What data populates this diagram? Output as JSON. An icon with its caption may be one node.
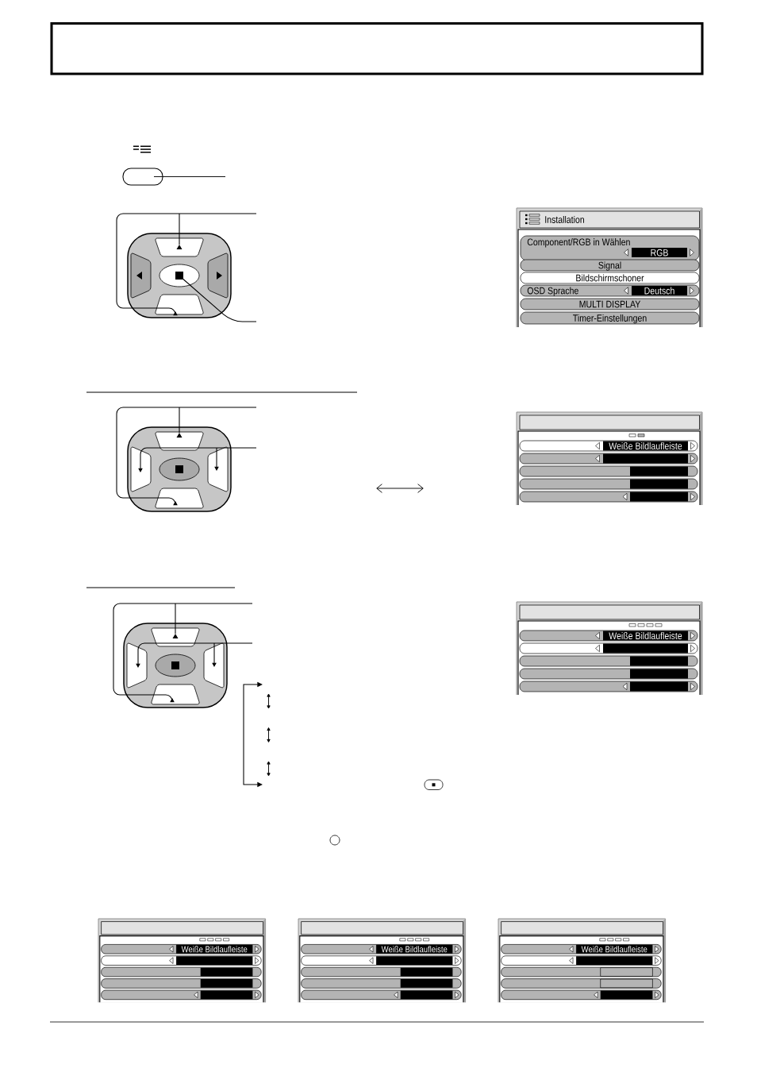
{
  "diagram": {
    "nodes": [
      {
        "text": [
          "Installation"
        ]
      },
      {
        "text": [
          "Component/RGB in Wählen"
        ],
        "in": 0
      },
      {
        "text": [
          "RGB"
        ],
        "in": 1
      },
      {
        "text": [
          "Signal"
        ],
        "in": 0
      },
      {
        "text": [
          "Bildschirmschoner"
        ],
        "in": 0
      },
      {
        "text": [
          "OSD Sprache"
        ],
        "in": 0
      },
      {
        "text": [
          "Deutsch"
        ],
        "in": 5
      },
      {
        "text": [
          "MULTI DISPLAY"
        ],
        "in": 0
      },
      {
        "text": [
          "Timer-Einstellungen"
        ],
        "in": 0
      },
      {
        "text": [],
        "shape": "box"
      },
      {
        "text": [],
        "shape": "bar",
        "in": 9
      },
      {
        "text": [
          "Weiße Bildlaufleiste"
        ],
        "in": 10
      },
      {
        "text": [],
        "shape": "bar",
        "in": 9
      },
      {
        "text": [],
        "shape": "box",
        "in": 12
      },
      {
        "text": [],
        "shape": "bar",
        "in": 9
      },
      {
        "text": [],
        "shape": "box",
        "in": 14
      },
      {
        "text": [],
        "shape": "bar",
        "in": 9
      },
      {
        "text": [],
        "shape": "box",
        "in": 16
      },
      {
        "text": [],
        "shape": "bar",
        "in": 9
      },
      {
        "text": [],
        "shape": "box",
        "in": 18
      },
      {
        "text": [],
        "shape": "box"
      },
      {
        "text": [],
        "shape": "bar",
        "in": 20
      },
      {
        "text": [
          "Weiße Bildlaufleiste"
        ],
        "in": 21
      },
      {
        "text": [],
        "shape": "bar",
        "in": 20
      },
      {
        "text": [],
        "shape": "box",
        "in": 23
      },
      {
        "text": [],
        "shape": "bar",
        "in": 20
      },
      {
        "text": [],
        "shape": "box",
        "in": 25
      },
      {
        "text": [],
        "shape": "bar",
        "in": 20
      },
      {
        "text": [],
        "shape": "box",
        "in": 27
      },
      {
        "text": [],
        "shape": "bar",
        "in": 20
      },
      {
        "text": [],
        "shape": "box",
        "in": 29
      },
      {
        "text": [],
        "shape": "box"
      },
      {
        "text": [],
        "shape": "bar",
        "in": 31
      },
      {
        "text": [
          "Weiße Bildlaufleiste"
        ],
        "in": 32
      },
      {
        "text": [],
        "shape": "bar",
        "in": 31
      },
      {
        "text": [],
        "shape": "box",
        "in": 34
      },
      {
        "text": [],
        "shape": "bar",
        "in": 31
      },
      {
        "text": [],
        "shape": "box",
        "in": 36
      },
      {
        "text": [],
        "shape": "bar",
        "in": 31
      },
      {
        "text": [],
        "shape": "box",
        "in": 38
      },
      {
        "text": [],
        "shape": "bar",
        "in": 31
      },
      {
        "text": [],
        "shape": "box",
        "in": 40
      },
      {
        "text": [],
        "shape": "box"
      },
      {
        "text": [],
        "shape": "bar",
        "in": 42
      },
      {
        "text": [
          "Weiße Bildlaufleiste"
        ],
        "in": 43
      },
      {
        "text": [],
        "shape": "bar",
        "in": 42
      },
      {
        "text": [],
        "shape": "box",
        "in": 45
      },
      {
        "text": [],
        "shape": "bar",
        "in": 42
      },
      {
        "text": [],
        "shape": "box",
        "in": 47
      },
      {
        "text": [],
        "shape": "bar",
        "in": 42
      },
      {
        "text": [],
        "shape": "box",
        "in": 49
      },
      {
        "text": [],
        "shape": "bar",
        "in": 42
      },
      {
        "text": [],
        "shape": "box",
        "in": 51
      },
      {
        "text": [],
        "shape": "box"
      },
      {
        "text": [],
        "shape": "bar",
        "in": 53
      },
      {
        "text": [
          "Weiße Bildlaufleiste"
        ],
        "in": 54
      },
      {
        "text": [],
        "shape": "bar",
        "in": 53
      },
      {
        "text": [],
        "shape": "box",
        "in": 56
      },
      {
        "text": [],
        "shape": "bar",
        "in": 53
      },
      {
        "text": [],
        "shape": "box",
        "in": 58
      },
      {
        "text": [],
        "shape": "bar",
        "in": 53
      },
      {
        "text": [],
        "shape": "box",
        "in": 60
      },
      {
        "text": [],
        "shape": "bar",
        "in": 53
      },
      {
        "text": [],
        "shape": "box",
        "in": 62
      }
    ]
  }
}
